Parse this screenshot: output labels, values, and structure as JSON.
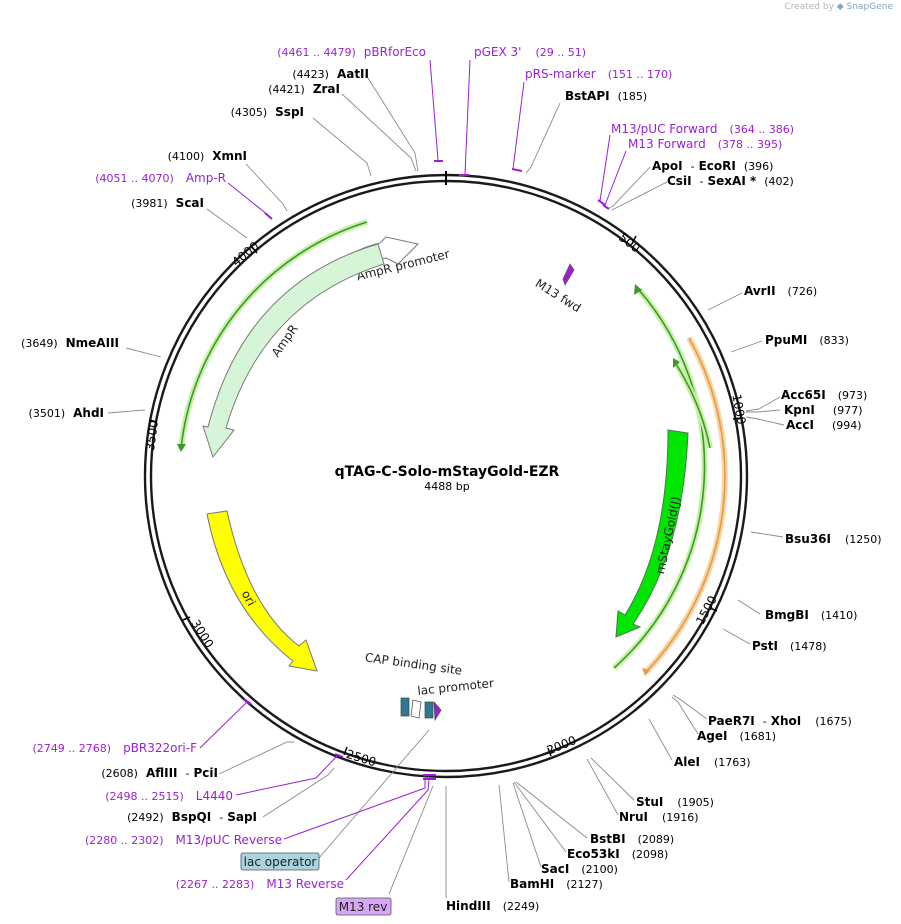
{
  "credit": {
    "prefix": "Created by",
    "brand": "SnapGene"
  },
  "plasmid": {
    "name": "qTAG-C-Solo-mStayGold-EZR",
    "length_label": "4488 bp"
  },
  "ticks": [
    "500",
    "1000",
    "1500",
    "2000",
    "2500",
    "3000",
    "3500",
    "4000"
  ],
  "sites": [
    {
      "pos": "(4423)",
      "name": "AatII"
    },
    {
      "pos": "(4421)",
      "name": "ZraI"
    },
    {
      "pos": "(4305)",
      "name": "SspI"
    },
    {
      "pos": "(4100)",
      "name": "XmnI"
    },
    {
      "pos": "(3981)",
      "name": "ScaI"
    },
    {
      "pos": "(3649)",
      "name": "NmeAIII"
    },
    {
      "pos": "(3501)",
      "name": "AhdI"
    },
    {
      "pos": "(2608)",
      "name": "AflIII",
      "name2": "PciI"
    },
    {
      "pos": "(2492)",
      "name": "BspQI",
      "name2": "SapI"
    },
    {
      "name": "BstAPI",
      "pos": "(185)"
    },
    {
      "name": "ApoI",
      "name2": "EcoRI",
      "pos": "(396)"
    },
    {
      "name": "CsiI",
      "name2": "SexAI *",
      "pos": "(402)"
    },
    {
      "name": "AvrII",
      "pos": "(726)"
    },
    {
      "name": "PpuMI",
      "pos": "(833)"
    },
    {
      "name": "Acc65I",
      "pos": "(973)"
    },
    {
      "name": "KpnI",
      "pos": "(977)"
    },
    {
      "name": "AccI",
      "pos": "(994)"
    },
    {
      "name": "Bsu36I",
      "pos": "(1250)"
    },
    {
      "name": "BmgBI",
      "pos": "(1410)"
    },
    {
      "name": "PstI",
      "pos": "(1478)"
    },
    {
      "name": "PaeR7I",
      "name2": "XhoI",
      "pos": "(1675)"
    },
    {
      "name": "AgeI",
      "pos": "(1681)"
    },
    {
      "name": "AleI",
      "pos": "(1763)"
    },
    {
      "name": "StuI",
      "pos": "(1905)"
    },
    {
      "name": "NruI",
      "pos": "(1916)"
    },
    {
      "name": "BstBI",
      "pos": "(2089)"
    },
    {
      "name": "Eco53kI",
      "pos": "(2098)"
    },
    {
      "name": "SacI",
      "pos": "(2100)"
    },
    {
      "name": "BamHI",
      "pos": "(2127)"
    },
    {
      "name": "HindIII",
      "pos": "(2249)"
    }
  ],
  "primers": [
    {
      "pos": "(4461 .. 4479)",
      "name": "pBRforEco"
    },
    {
      "name": "pGEX 3'",
      "pos": "(29 .. 51)"
    },
    {
      "name": "pRS-marker",
      "pos": "(151 .. 170)"
    },
    {
      "name": "M13/pUC Forward",
      "pos": "(364 .. 386)"
    },
    {
      "name": "M13 Forward",
      "pos": "(378 .. 395)"
    },
    {
      "pos": "(4051 .. 4070)",
      "name": "Amp-R"
    },
    {
      "pos": "(2749 .. 2768)",
      "name": "pBR322ori-F"
    },
    {
      "pos": "(2498 .. 2515)",
      "name": "L4440"
    },
    {
      "pos": "(2280 .. 2302)",
      "name": "M13/pUC Reverse"
    },
    {
      "pos": "(2267 .. 2283)",
      "name": "M13 Reverse"
    }
  ],
  "features": {
    "ampr_promoter": "AmpR promoter",
    "ampr": "AmpR",
    "ori": "ori",
    "m13_fwd": "M13 fwd",
    "mstaygold": "mStayGold(J)",
    "cap_site": "CAP binding site",
    "lac_promoter": "lac promoter",
    "lac_operator": "lac operator",
    "m13_rev": "M13 rev"
  },
  "colors": {
    "backbone": "#1a1a1a",
    "primer": "#9a1fd6",
    "ampr_fill": "#d6f5d6",
    "ampr_promoter_fill": "#ffffff",
    "ori_fill": "#ffff00",
    "mstaygold_fill": "#00e600",
    "orange_arc": "#e89a3c",
    "green_arc": "#3a9a2a",
    "lac_operator_fill": "#a9d3de",
    "m13_rev_fill": "#d7a6f5",
    "cap_fill": "#2d7a90"
  }
}
